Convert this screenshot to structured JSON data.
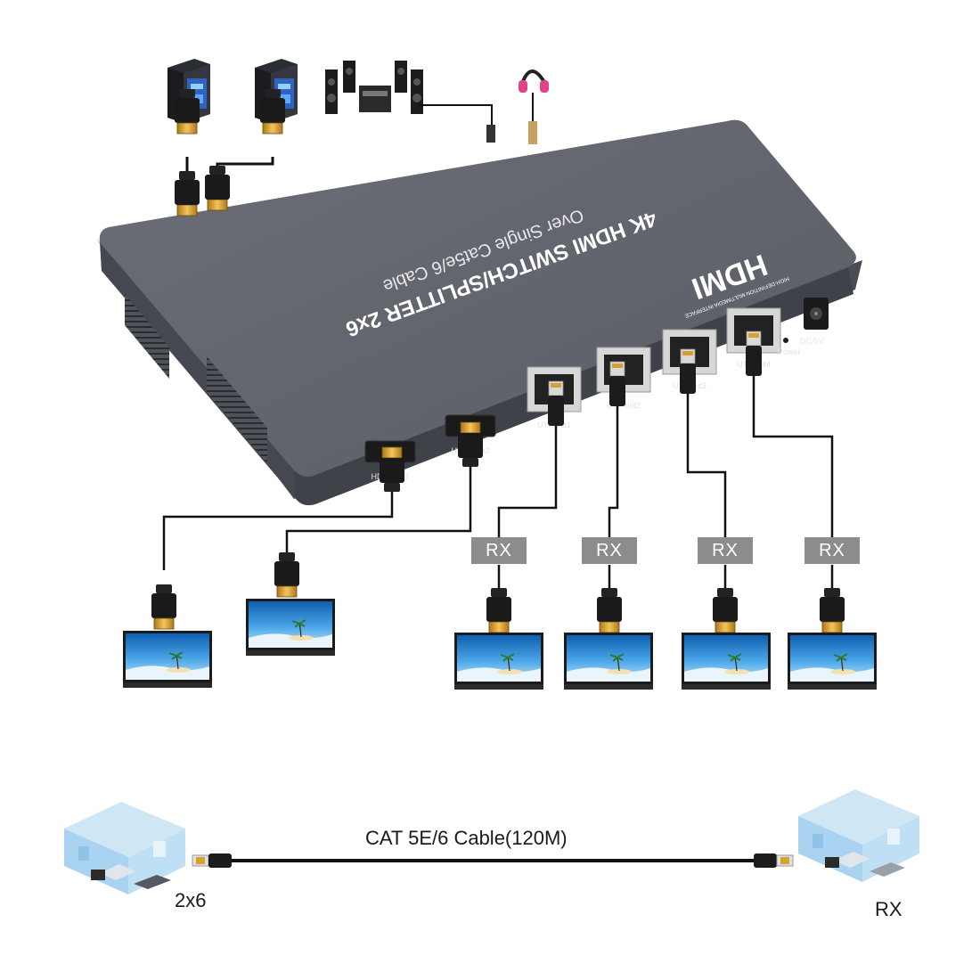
{
  "device": {
    "title": "4K HDMI SWITCH/SPLITTER 2x6",
    "subtitle": "Over Single Cat5e/6 Cable",
    "logo": "HDMI",
    "logo_tagline": "HIGH-DEFINITION MULTIMEDIA INTERFACE",
    "hdmi_out_ports": [
      "HDMI out1",
      "HDMI out2"
    ],
    "utp_ports": [
      "UTP out1",
      "UTP out2",
      "UTP out3",
      "UTP out4"
    ],
    "power_label": "Power",
    "dc_label": "DC/5V"
  },
  "receivers": [
    "RX",
    "RX",
    "RX",
    "RX"
  ],
  "bottom": {
    "cable_label": "CAT 5E/6 Cable(120M)",
    "left_room_label": "2x6",
    "right_room_label": "RX"
  },
  "icons": [
    "pc-tower-icon",
    "pc-tower-icon",
    "speaker-system-icon",
    "headphones-icon",
    "hdmi-plug-icon",
    "rj45-plug-icon",
    "tv-screen-icon",
    "room-isometric-icon"
  ],
  "colors": {
    "device_body": "#5e6169",
    "device_top": "#6d7078",
    "rx_badge": "#8c8c8c",
    "sky": "#1d78c8",
    "plug_gold": "#d8a030"
  }
}
